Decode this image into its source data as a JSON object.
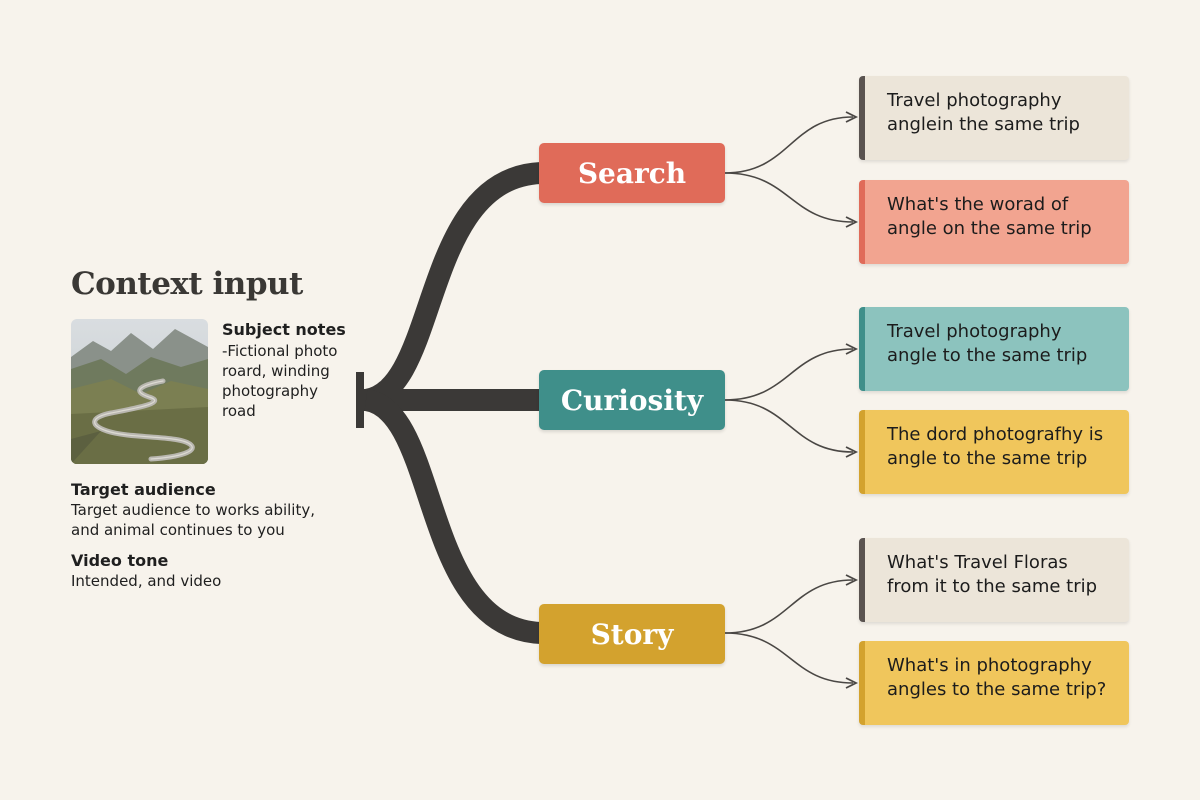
{
  "context": {
    "title": "Context input",
    "subject_notes": {
      "heading": "Subject notes",
      "lines": [
        "-Fictional photo",
        "roard, winding",
        "photography",
        "road"
      ]
    },
    "target_audience": {
      "heading": "Target audience",
      "lines": [
        "Target audience to works ability,",
        "and animal continues to you"
      ]
    },
    "video_tone": {
      "heading": "Video tone",
      "lines": [
        "Intended, and video"
      ]
    }
  },
  "branches": [
    {
      "category": "Search",
      "color": "#e06b59",
      "ideas": [
        {
          "lines": [
            "Travel photography",
            "anglein the same trip"
          ],
          "fill": "#ece5d9",
          "accent": "#5a5350"
        },
        {
          "lines": [
            "What's the worad of",
            "angle on the same trip"
          ],
          "fill": "#f2a490",
          "accent": "#e06b59"
        }
      ]
    },
    {
      "category": "Curiosity",
      "color": "#3f8f8a",
      "ideas": [
        {
          "lines": [
            "Travel photography",
            "angle to the same trip"
          ],
          "fill": "#8cc3be",
          "accent": "#3f8f8a"
        },
        {
          "lines": [
            "The dord photografhy is",
            "angle to the same trip"
          ],
          "fill": "#f0c65c",
          "accent": "#d3a22e"
        }
      ]
    },
    {
      "category": "Story",
      "color": "#d3a22e",
      "ideas": [
        {
          "lines": [
            "What's Travel Floras",
            "from it to the same trip"
          ],
          "fill": "#ece5d9",
          "accent": "#5a5350"
        },
        {
          "lines": [
            "What's in photography",
            "angles to the same trip?"
          ],
          "fill": "#f0c65c",
          "accent": "#d3a22e"
        }
      ]
    }
  ],
  "colors": {
    "background": "#f7f3ec",
    "trunk": "#3b3937",
    "connector": "#4a4744"
  }
}
